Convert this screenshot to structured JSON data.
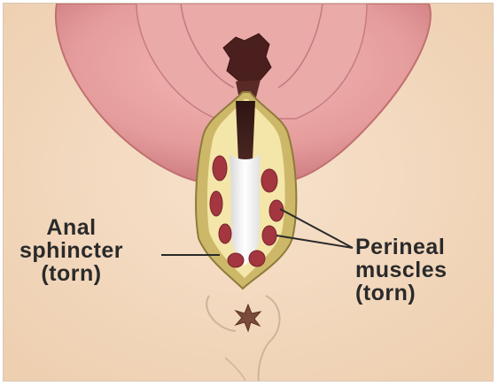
{
  "labels": {
    "anal_sphincter": [
      "Anal",
      "sphincter",
      "(torn)"
    ],
    "perineal_muscles": [
      "Perineal",
      "muscles",
      "(torn)"
    ]
  },
  "colors": {
    "background": "#f3d9c0",
    "labia": "#e8a0a0",
    "labia_inner": "#c9727a",
    "tear_edge": "#cdb86a",
    "tear_inner": "#f4e6a8",
    "canal": "#3b1d1a",
    "muscle": "#a3363f",
    "text": "#2a2a2a"
  }
}
